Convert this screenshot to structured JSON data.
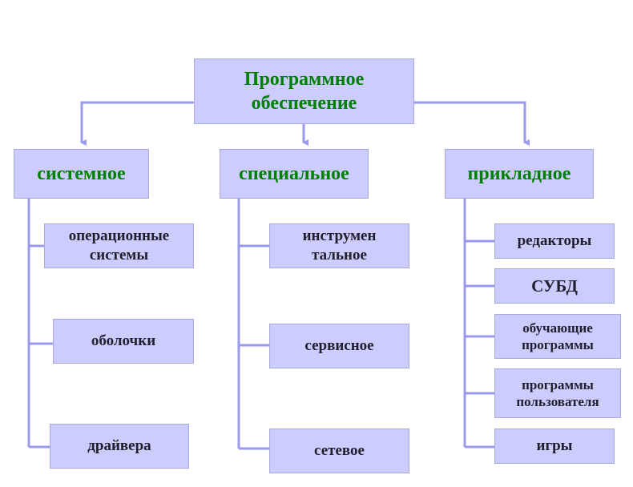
{
  "diagram": {
    "root": {
      "label": "Программное обеспечение"
    },
    "categories": [
      {
        "label": "системное",
        "items": [
          "операционные системы",
          "оболочки",
          "драйвера"
        ]
      },
      {
        "label": "специальное",
        "items": [
          "инструмен тальное",
          "сервисное",
          "сетевое"
        ]
      },
      {
        "label": "прикладное",
        "items": [
          "редакторы",
          "СУБД",
          "обучающие программы",
          "программы пользователя",
          "игры"
        ]
      }
    ]
  },
  "colors": {
    "box_fill": "#ccccff",
    "box_border": "#a9a9d9",
    "connector": "#9999ee",
    "heading_text": "#008000",
    "item_text": "#1f1f2e"
  }
}
